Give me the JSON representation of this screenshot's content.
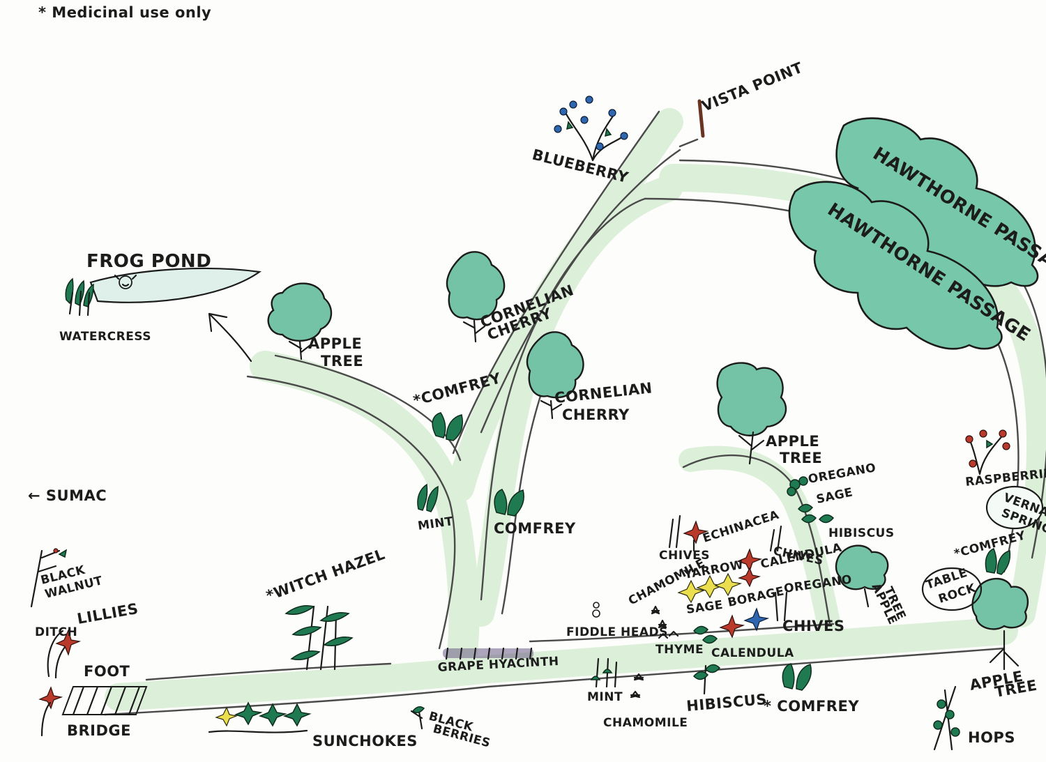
{
  "map": {
    "note": "* Medicinal use only",
    "features": {
      "frog_pond": "FROG POND",
      "watercress": "WATERCRESS",
      "vista_point": "VISTA POINT",
      "blueberry": "BLUEBERRY",
      "hawthorne_passage_1": "HAWTHORNE PASSAGE",
      "hawthorne_passage_2": "HAWTHORNE PASSAGE",
      "apple_tree_1_a": "APPLE",
      "apple_tree_1_b": "TREE",
      "cornelian_cherry_1_a": "CORNELIAN",
      "cornelian_cherry_1_b": "CHERRY",
      "cornelian_cherry_2_a": "CORNELIAN",
      "cornelian_cherry_2_b": "CHERRY",
      "comfrey_1": "*COMFREY",
      "comfrey_2": "COMFREY",
      "mint_1": "MINT",
      "apple_tree_2_a": "APPLE",
      "apple_tree_2_b": "TREE",
      "oregano_1": "OREGANO",
      "sage_1": "SAGE",
      "hibiscus_1": "HIBISCUS",
      "raspberries": "RASPBERRIES",
      "vernal_spring_a": "VERNAL",
      "vernal_spring_b": "SPRING",
      "sumac": "← SUMAC",
      "black_walnut_a": "BLACK",
      "black_walnut_b": "WALNUT",
      "ditch_lillies_a": "DITCH",
      "ditch_lillies_b": "LILLIES",
      "foot": "FOOT",
      "bridge": "BRIDGE",
      "witch_hazel": "*WITCH HAZEL",
      "sunchokes": "SUNCHOKES",
      "black_berries_a": "BLACK",
      "black_berries_b": "BERRIES",
      "grape_hyacinth": "GRAPE HYACINTH",
      "chives_1": "CHIVES",
      "echinacea": "ECHINACEA",
      "chives_2": "CHIVES",
      "calendula_1": "CALENDULA",
      "chamomile_1": "CHAMOMILE",
      "yarrow": "YARROW",
      "oregano_2": "OREGANO",
      "apple_tree_3_a": "APPLE",
      "apple_tree_3_b": "TREE",
      "fiddle_heads": "FIDDLE HEADS",
      "sage_2": "SAGE",
      "borage": "BORAGE",
      "chives_3": "CHIVES",
      "thyme": "THYME",
      "calendula_2": "CALENDULA",
      "comfrey_3": "*COMFREY",
      "table_rock_a": "TABLE",
      "table_rock_b": "ROCK",
      "mint_2": "MINT",
      "chamomile_2": "CHAMOMILE",
      "hibiscus_2": "HIBISCUS",
      "comfrey_4": "* COMFREY",
      "apple_tree_4_a": "APPLE",
      "apple_tree_4_b": "TREE",
      "hops": "HOPS"
    }
  },
  "colors": {
    "path": "#dcefd8",
    "tree": "#74c3a6",
    "leaf": "#1f7a52",
    "red_flower": "#b9392b",
    "yellow_flower": "#ecdf4f",
    "blue_flower": "#2f66b0"
  }
}
